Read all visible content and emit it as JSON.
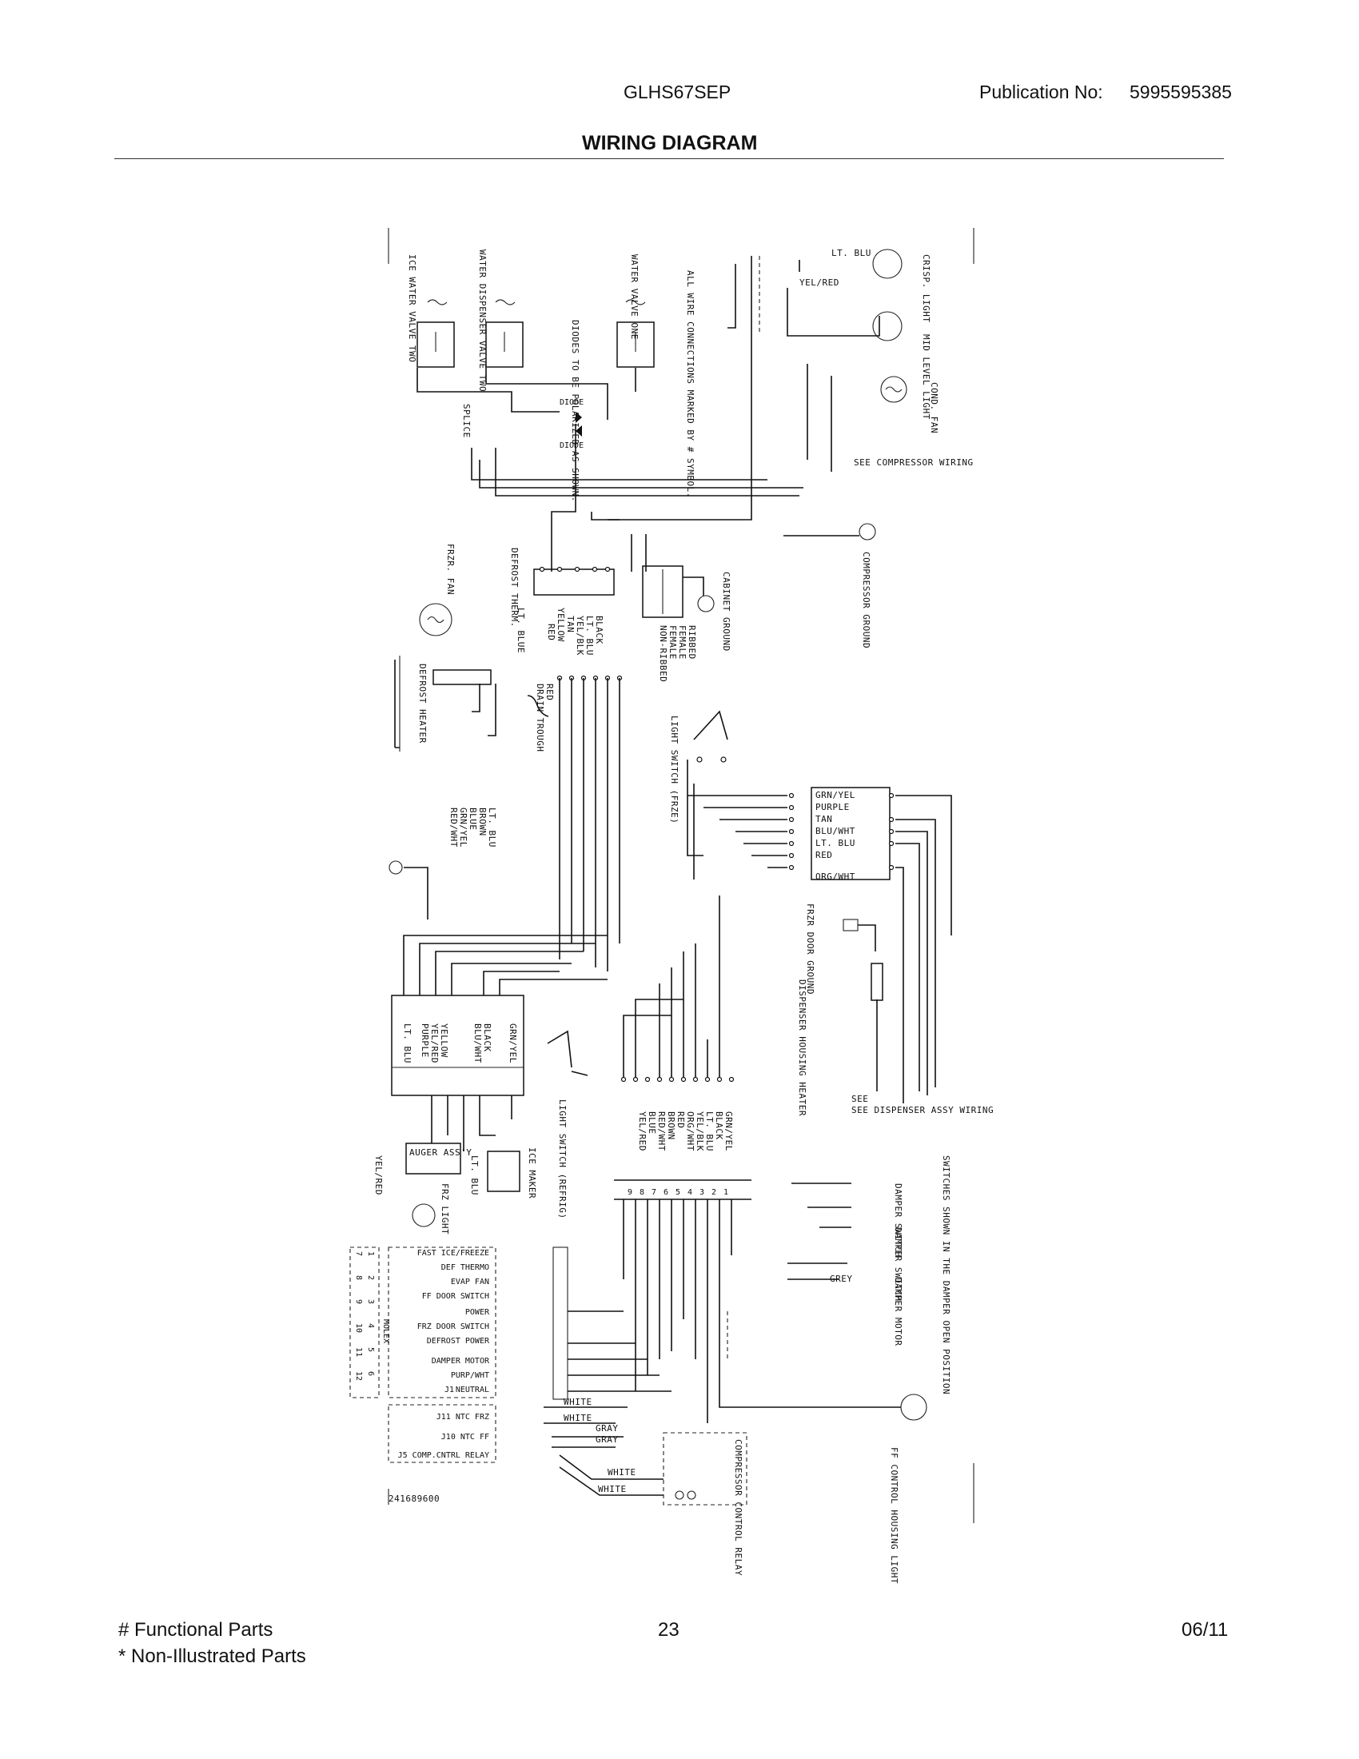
{
  "header": {
    "model": "GLHS67SEP",
    "publication_label": "Publication No:",
    "publication_number": "5995595385",
    "title": "WIRING DIAGRAM"
  },
  "footer": {
    "functional_parts": "# Functional Parts",
    "non_illustrated_parts": "* Non-Illustrated Parts",
    "page_number": "23",
    "date": "06/11"
  },
  "diagram": {
    "components": {
      "ice_water_valve": "ICE WATER VALVE TWO",
      "water_dispenser_valve": "WATER DISPENSER VALVE TWO",
      "water_valve_one": "WATER VALVE ONE",
      "diodes_note": "DIODES TO BE POLARIZED AS SHOWN.",
      "connections_note": "ALL WIRE CONNECTIONS MARKED BY # SYMBOL.",
      "diode_1": "DIODE",
      "diode_2": "DIODE",
      "splice": "SPLICE",
      "crisper_light": "CRISP. LIGHT",
      "mid_level_light": "MID LEVEL LIGHT",
      "cond_fan": "COND. FAN",
      "see_compressor_wiring": "SEE COMPRESSOR WIRING",
      "compressor_ground": "COMPRESSOR GROUND",
      "cabinet_ground": "CABINET GROUND",
      "frzr_fan": "FRZR. FAN",
      "defrost_therm": "DEFROST THERM.",
      "defrost_heater": "DEFROST HEATER",
      "drain_trough": "DRAIN TROUGH",
      "light_switch_frze": "LIGHT SWITCH (FRZE)",
      "frzr_door_ground": "FRZR DOOR GROUND",
      "dispenser_housing_heater": "DISPENSER HOUSING HEATER",
      "see_dispenser_assy_wiring": "SEE DISPENSER ASSY WIRING",
      "light_switch_refrig": "LIGHT SWITCH (REFRIG)",
      "auger_assy": "AUGER ASS'Y",
      "ice_maker": "ICE MAKER",
      "frz_light": "FRZ LIGHT",
      "damper_switch": "DAMPER SWITCH",
      "damper_switch_2": "DAMPER SWITCH",
      "damper_motor": "DAMPER MOTOR",
      "switches_note": "SWITCHES SHOWN IN THE DAMPER OPEN POSITION",
      "ff_control_housing_light": "FF CONTROL HOUSING LIGHT",
      "compressor_control_relay": "COMPRESSOR CONTROL RELAY",
      "part_number": "241689600",
      "molex": "MOLEX",
      "j1": "J1"
    },
    "wire_colors": {
      "lt_blu": "LT. BLU",
      "yel_red": "YEL/RED",
      "refrig_bundle": [
        "BLACK",
        "LT. BLU",
        "YEL/BLK",
        "TAN",
        "YELLOW",
        "RED"
      ],
      "ribbed": [
        "RIBBED",
        "FEMALE",
        "FEMALE",
        "NON-RIBBED"
      ],
      "lt_blue": "LT. BLUE",
      "red": "RED",
      "heater_bundle": [
        "LT. BLU",
        "BROWN",
        "BLUE",
        "GRN/YEL",
        "RED/WHT"
      ],
      "door_bundle": [
        "GRN/YEL",
        "PURPLE",
        "TAN",
        "BLU/WHT",
        "LT. BLU",
        "RED",
        "ORG/WHT"
      ],
      "lower_left_bundle": [
        "GRN/YEL",
        "BLACK",
        "BLU/WHT",
        "YELLOW",
        "YEL/RED",
        "PURPLE",
        "LT. BLU"
      ],
      "lower_mid_bundle": [
        "GRN/YEL",
        "BLACK",
        "LT. BLU",
        "YEL/BLK",
        "ORG/WHT",
        "RED",
        "BROWN",
        "RED/WHT",
        "BLUE",
        "YEL/RED"
      ],
      "lt_blu_2": "LT. BLU",
      "yel_red_2": "YEL/RED",
      "grey": "GREY",
      "white_1": "WHITE",
      "white_2": "WHITE",
      "gray_1": "GRAY",
      "gray_2": "GRAY",
      "white_3": "WHITE",
      "white_4": "WHITE"
    },
    "connector_pins": [
      "1",
      "2",
      "3",
      "4",
      "5",
      "6",
      "7",
      "8",
      "9",
      "10",
      "11",
      "12"
    ],
    "j1_functions": [
      "FAST ICE/FREEZE",
      "DEF THERMO",
      "EVAP FAN",
      "FF DOOR SWITCH",
      "POWER",
      "FRZ DOOR SWITCH",
      "DEFROST POWER",
      "DAMPER MOTOR",
      "PURP/WHT",
      "NEUTRAL"
    ],
    "molex_pins_top": [
      "7",
      "8",
      "9",
      "10",
      "11",
      "12"
    ],
    "molex_pins_bottom": [
      "1",
      "2",
      "3",
      "4",
      "5",
      "6"
    ],
    "control_inputs": [
      "J11 NTC FRZ",
      "J10 NTC FF",
      "J5 COMP.CNTRL RELAY"
    ]
  }
}
